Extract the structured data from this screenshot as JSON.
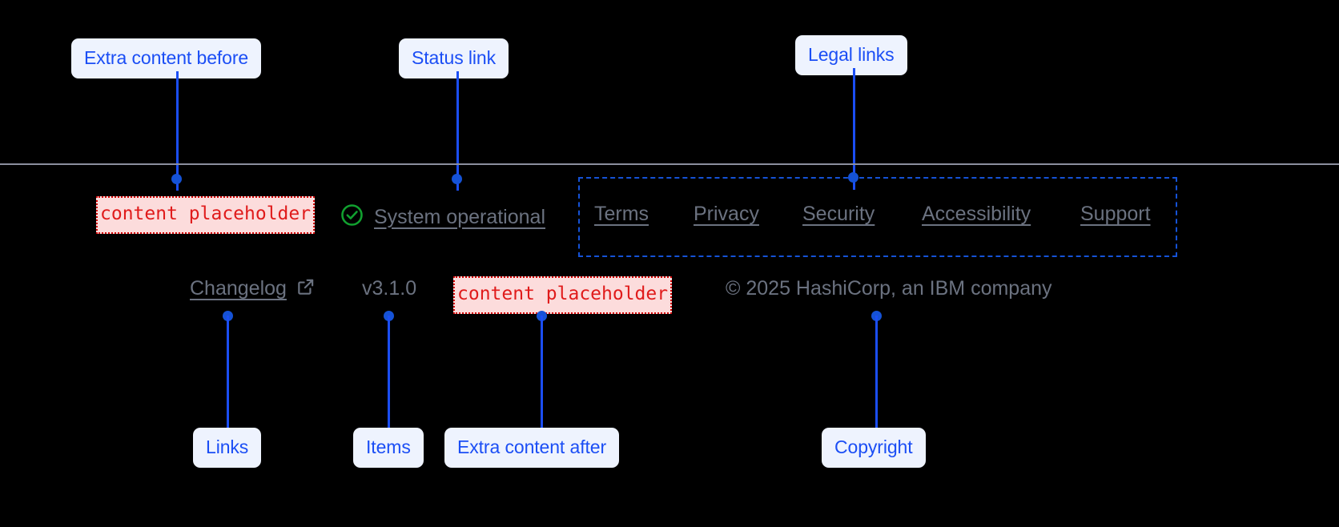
{
  "annotations": {
    "extra_before": "Extra content before",
    "status_link": "Status link",
    "legal_links": "Legal links",
    "links": "Links",
    "items": "Items",
    "extra_after": "Extra content after",
    "copyright": "Copyright"
  },
  "footer": {
    "extra_content_before": "content placeholder",
    "extra_content_after": "content placeholder",
    "status": {
      "icon": "check-circle-icon",
      "label": "System operational"
    },
    "legal_links": [
      {
        "label": "Terms"
      },
      {
        "label": "Privacy"
      },
      {
        "label": "Security"
      },
      {
        "label": "Accessibility"
      },
      {
        "label": "Support"
      }
    ],
    "changelog": {
      "label": "Changelog",
      "icon": "external-link-icon"
    },
    "version": "v3.1.0",
    "copyright": "© 2025 HashiCorp, an IBM company"
  },
  "colors": {
    "annotation_text": "#1b4ef5",
    "annotation_bg": "#eef3fe",
    "leader": "#1552d6",
    "placeholder_text": "#e01b1b",
    "placeholder_bg": "#fcdcdc",
    "placeholder_border": "#d40000",
    "footer_text": "#6b7280",
    "divider": "#8b8f9e",
    "status_ok": "#11a02f",
    "background": "#000000"
  }
}
